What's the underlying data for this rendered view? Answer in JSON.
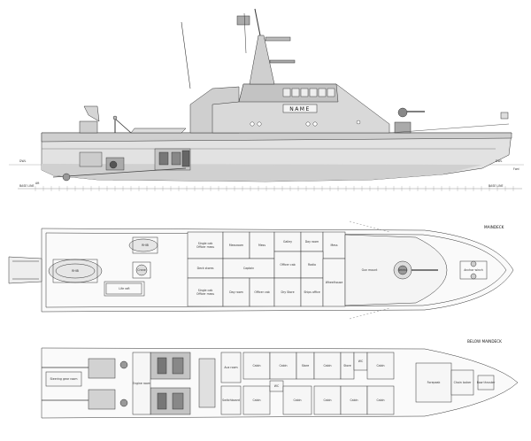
{
  "side_view": {
    "name_plate": "NAME",
    "wl_left": "DWL",
    "wl_right": "DWL",
    "base_left": "BASE LINE",
    "base_right": "BASE LINE",
    "stern_label": "Aft",
    "bow_label": "Fwd"
  },
  "main_deck": {
    "title": "MAINDECK",
    "rooms": [
      {
        "label": "Single cab\nOfficer mess"
      },
      {
        "label": "Messroom"
      },
      {
        "label": "Mess"
      },
      {
        "label": "Galley"
      },
      {
        "label": "Day room"
      },
      {
        "label": "Mess"
      },
      {
        "label": "Deck stores"
      },
      {
        "label": "Captain"
      },
      {
        "label": "Officer cab"
      },
      {
        "label": "Radio"
      },
      {
        "label": "Single cab\nOfficer mess"
      },
      {
        "label": "Day room"
      },
      {
        "label": "Officer cab"
      },
      {
        "label": "Dry Store"
      },
      {
        "label": "Ships office"
      },
      {
        "label": "Wheelhouse"
      },
      {
        "label": "Gun mount"
      },
      {
        "label": "Ammo"
      },
      {
        "label": "Anchor winch"
      },
      {
        "label": "RHIB"
      },
      {
        "label": "Life raft"
      },
      {
        "label": "Crane"
      },
      {
        "label": "RHIB"
      }
    ]
  },
  "below_deck": {
    "title": "BELOW MAINDECK",
    "rooms": [
      {
        "label": "Steering gear room"
      },
      {
        "label": "Engine room"
      },
      {
        "label": "Aux room"
      },
      {
        "label": "Switchboard"
      },
      {
        "label": "Cabin"
      },
      {
        "label": "Cabin"
      },
      {
        "label": "Cabin"
      },
      {
        "label": "WC"
      },
      {
        "label": "Cabin"
      },
      {
        "label": "Store"
      },
      {
        "label": "Cabin"
      },
      {
        "label": "Cabin"
      },
      {
        "label": "Store"
      },
      {
        "label": "Cabin"
      },
      {
        "label": "WC"
      },
      {
        "label": "Cabin"
      },
      {
        "label": "Cabin"
      },
      {
        "label": "Forepeak"
      },
      {
        "label": "Chain locker"
      },
      {
        "label": "Bow thruster"
      }
    ]
  }
}
